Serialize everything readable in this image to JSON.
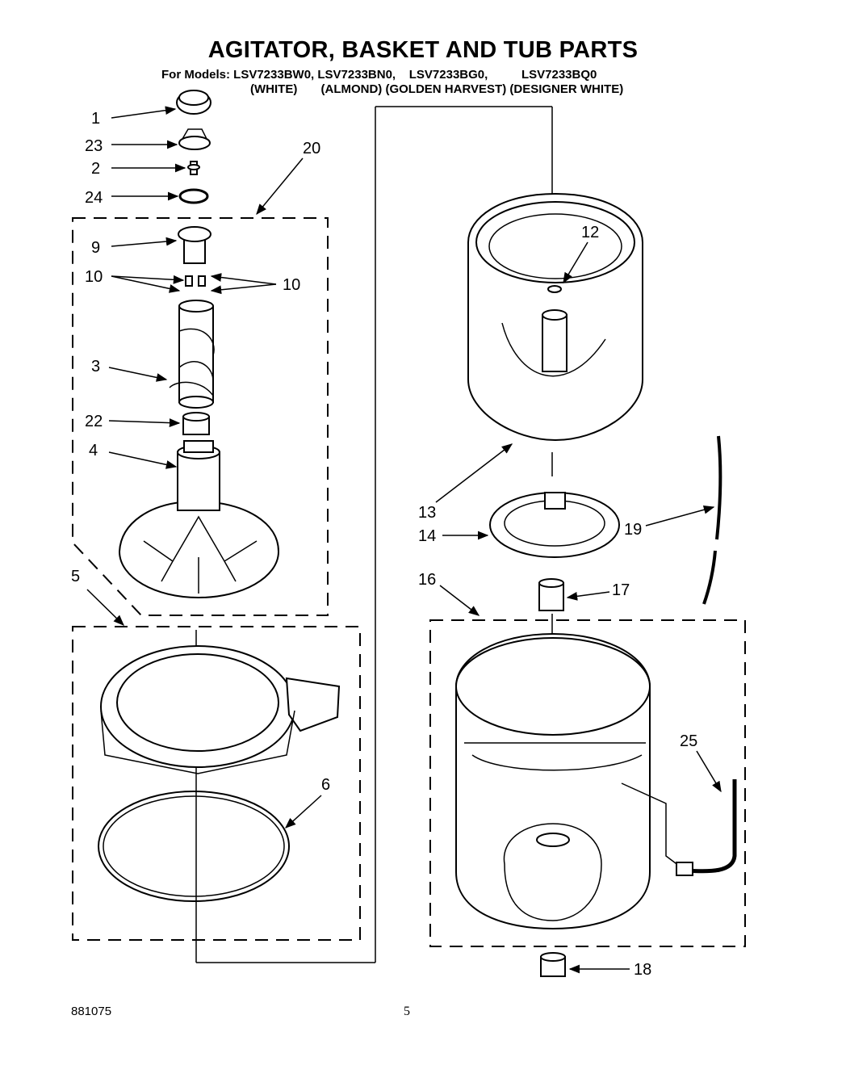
{
  "header": {
    "title": "AGITATOR, BASKET AND TUB PARTS",
    "models_line": "For Models: LSV7233BW0, LSV7233BN0,    LSV7233BG0,          LSV7233BQ0",
    "colors_line": "(WHITE)       (ALMOND) (GOLDEN HARVEST) (DESIGNER WHITE)"
  },
  "callouts": {
    "c1": "1",
    "c23": "23",
    "c2": "2",
    "c24": "24",
    "c20": "20",
    "c9": "9",
    "c10a": "10",
    "c10b": "10",
    "c3": "3",
    "c22": "22",
    "c4": "4",
    "c5": "5",
    "c6": "6",
    "c12": "12",
    "c13": "13",
    "c14": "14",
    "c19": "19",
    "c16": "16",
    "c17": "17",
    "c25": "25",
    "c18": "18"
  },
  "footer": {
    "code": "881075",
    "page": "5"
  }
}
